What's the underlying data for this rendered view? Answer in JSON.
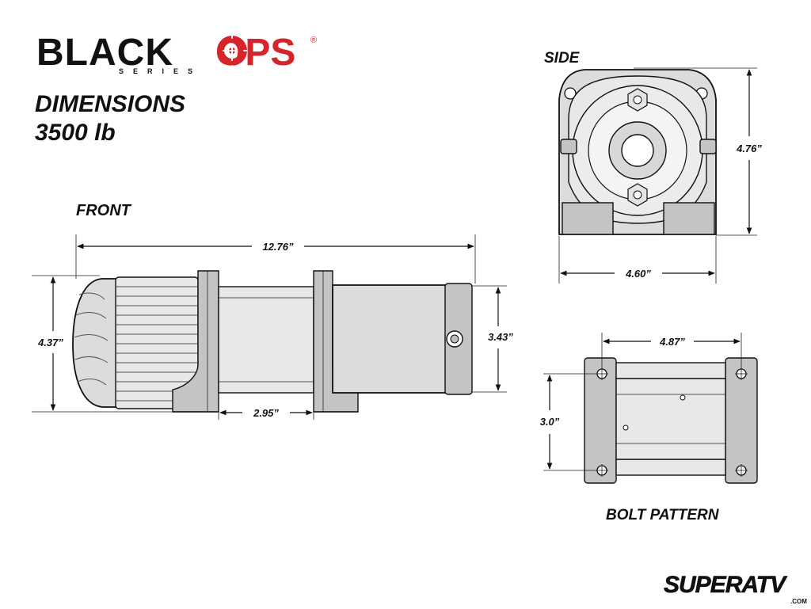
{
  "brand": {
    "logo_black": "BLACK",
    "logo_ops": "OPS",
    "logo_registered": "®",
    "logo_series": "SERIES",
    "red": "#d6242b",
    "black": "#111111"
  },
  "title": {
    "line1": "DIMENSIONS",
    "line2": "3500 lb"
  },
  "views": {
    "front": "FRONT",
    "side": "SIDE",
    "bolt": "BOLT PATTERN"
  },
  "dimensions": {
    "front_length": "12.76”",
    "front_height": "4.37”",
    "front_drum_height": "3.43”",
    "front_base_span": "2.95”",
    "side_height": "4.76”",
    "side_width": "4.60”",
    "bolt_width": "4.87”",
    "bolt_depth": "3.0”"
  },
  "footer": {
    "logo": "SUPERATV",
    "sub": ".COM"
  }
}
